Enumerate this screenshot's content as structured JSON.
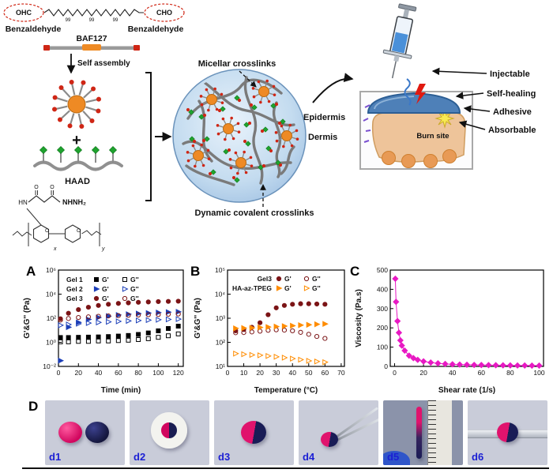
{
  "scheme": {
    "ohc": "OHC",
    "cho": "CHO",
    "benzaldehyde_left": "Benzaldehyde",
    "benzaldehyde_right": "Benzaldehyde",
    "baf127": "BAF127",
    "self_assembly": "Self assembly",
    "plus": "+",
    "haad": "HAAD",
    "hn": "HN",
    "o": "O",
    "nhnh2": "NHNH₂",
    "sub99": "99",
    "subx": "x",
    "suby": "y",
    "micellar_crosslinks": "Micellar crosslinks",
    "dynamic_covalent_crosslinks": "Dynamic covalent crosslinks",
    "epidermis": "Epidermis",
    "dermis": "Dermis",
    "burn_site": "Burn site",
    "annotations": [
      "Injectable",
      "Self-healing",
      "Adhesive",
      "Absorbable"
    ]
  },
  "panels": {
    "a": "A",
    "b": "B",
    "c": "C",
    "d": "D"
  },
  "photos": {
    "labels": [
      "d1",
      "d2",
      "d3",
      "d4",
      "d5",
      "d6"
    ]
  },
  "colors": {
    "magenta_gel": "#e0136d",
    "navy_gel": "#191c56",
    "micelle_orange": "#ee8a24",
    "aldehyde_red": "#cf2615",
    "haad_green": "#1fa32e",
    "gel1_black": "#000000",
    "gel2_blue": "#1c3fb8",
    "gel3_darkred": "#7b1416",
    "tpeg_orange": "#ff8c00",
    "viscosity_magenta": "#e819c3"
  },
  "chart_data": [
    {
      "id": "A",
      "type": "scatter",
      "xlabel": "Time (min)",
      "ylabel": "G'&G'' (Pa)",
      "xlim": [
        0,
        125
      ],
      "xticks": [
        0,
        20,
        40,
        60,
        80,
        100,
        120
      ],
      "yscale": "log",
      "ylim": [
        -2,
        6
      ],
      "ytick_values": [
        -2,
        0,
        2,
        4,
        6
      ],
      "ytick_labels": [
        "10⁻²",
        "10⁰",
        "10²",
        "10⁴",
        "10⁶"
      ],
      "x": [
        2,
        10,
        20,
        30,
        40,
        50,
        60,
        70,
        80,
        90,
        100,
        110,
        120
      ],
      "legend": {
        "gp": "G'",
        "gpp": "G''",
        "rows": [
          {
            "name": "Gel 1",
            "color": "#000000",
            "marker": "square"
          },
          {
            "name": "Gel 2",
            "color": "#1c3fb8",
            "marker": "tri"
          },
          {
            "name": "Gel 3",
            "color": "#7b1416",
            "marker": "circle"
          }
        ]
      },
      "series": [
        {
          "name": "Gel 1 G''",
          "marker": "square",
          "filled": false,
          "color": "#000000",
          "values": [
            1.1,
            1.1,
            1.2,
            1.2,
            1.3,
            1.3,
            1.4,
            1.5,
            1.7,
            2.0,
            2.6,
            3.5,
            5.0
          ]
        },
        {
          "name": "Gel 1 G'",
          "marker": "square",
          "filled": true,
          "color": "#000000",
          "values": [
            2.5,
            2.5,
            2.6,
            2.7,
            2.8,
            3.0,
            3.3,
            3.7,
            4.5,
            6.0,
            9.0,
            14,
            22
          ]
        },
        {
          "name": "Gel 2 G''",
          "marker": "tri",
          "filled": false,
          "color": "#1c3fb8",
          "values": [
            26,
            30,
            35,
            40,
            45,
            50,
            55,
            60,
            65,
            70,
            75,
            80,
            85
          ]
        },
        {
          "name": "Gel 2 G'",
          "marker": "tri",
          "filled": true,
          "color": "#1c3fb8",
          "values": [
            0.03,
            18,
            45,
            80,
            115,
            150,
            185,
            215,
            245,
            270,
            295,
            320,
            340
          ]
        },
        {
          "name": "Gel 3 G''",
          "marker": "circle",
          "filled": false,
          "color": "#7b1416",
          "values": [
            70,
            95,
            115,
            130,
            145,
            155,
            165,
            175,
            185,
            195,
            205,
            215,
            225
          ]
        },
        {
          "name": "Gel 3 G'",
          "marker": "circle",
          "filled": true,
          "color": "#7b1416",
          "values": [
            90,
            260,
            520,
            820,
            1150,
            1450,
            1700,
            1900,
            2100,
            2250,
            2400,
            2500,
            2600
          ]
        }
      ]
    },
    {
      "id": "B",
      "type": "scatter",
      "xlabel": "Temperature (°C)",
      "ylabel": "G'&G'' (Pa)",
      "xlim": [
        0,
        72
      ],
      "xticks": [
        0,
        10,
        20,
        30,
        40,
        50,
        60,
        70
      ],
      "yscale": "log",
      "ylim": [
        1,
        5
      ],
      "ytick_values": [
        1,
        2,
        3,
        4,
        5
      ],
      "ytick_labels": [
        "10¹",
        "10²",
        "10³",
        "10⁴",
        "10⁵"
      ],
      "x": [
        5,
        10,
        15,
        20,
        25,
        30,
        35,
        40,
        45,
        50,
        55,
        60
      ],
      "legend": {
        "gp": "G'",
        "gpp": "G''",
        "rows": [
          {
            "name": "Gel3",
            "color": "#7b1416",
            "marker": "circle"
          },
          {
            "name": "HA-az-TPEG",
            "color": "#ff8c00",
            "marker": "tri"
          }
        ]
      },
      "series": [
        {
          "name": "Gel3 G''",
          "marker": "circle",
          "filled": false,
          "color": "#7b1416",
          "values": [
            250,
            255,
            270,
            290,
            315,
            330,
            320,
            300,
            260,
            215,
            175,
            145
          ]
        },
        {
          "name": "Gel3 G'",
          "marker": "circle",
          "filled": true,
          "color": "#7b1416",
          "values": [
            300,
            340,
            420,
            650,
            1400,
            2700,
            3400,
            3800,
            4000,
            4000,
            3900,
            3800
          ]
        },
        {
          "name": "HA-az-TPEG G''",
          "marker": "tri",
          "filled": false,
          "color": "#ff8c00",
          "values": [
            34,
            32,
            30,
            29,
            27,
            25,
            23,
            21,
            19,
            17,
            16,
            15
          ]
        },
        {
          "name": "HA-az-TPEG G'",
          "marker": "tri",
          "filled": true,
          "color": "#ff8c00",
          "values": [
            380,
            390,
            400,
            415,
            430,
            450,
            470,
            490,
            515,
            535,
            560,
            580
          ]
        }
      ]
    },
    {
      "id": "C",
      "type": "scatter",
      "line": true,
      "xlabel": "Shear rate (1/s)",
      "ylabel": "Viscosity (Pa.s)",
      "xlim": [
        -3,
        103
      ],
      "xticks": [
        0,
        20,
        40,
        60,
        80,
        100
      ],
      "yscale": "linear",
      "ylim": [
        0,
        500
      ],
      "ytick_values": [
        0,
        100,
        200,
        300,
        400,
        500
      ],
      "ytick_labels": [
        "0",
        "100",
        "200",
        "300",
        "400",
        "500"
      ],
      "x": [
        0.5,
        1,
        2,
        3,
        4,
        5,
        7,
        10,
        13,
        16,
        20,
        25,
        30,
        35,
        40,
        45,
        50,
        55,
        60,
        65,
        70,
        75,
        80,
        85,
        90,
        95,
        100
      ],
      "series": [
        {
          "name": "Viscosity",
          "marker": "diamond",
          "filled": true,
          "color": "#e819c3",
          "values": [
            455,
            335,
            235,
            175,
            135,
            108,
            82,
            56,
            43,
            34,
            26,
            20,
            16,
            13,
            11,
            9.5,
            8.5,
            7.5,
            7,
            6.5,
            6,
            5.5,
            5,
            4.8,
            4.5,
            4.2,
            4
          ]
        }
      ]
    }
  ]
}
